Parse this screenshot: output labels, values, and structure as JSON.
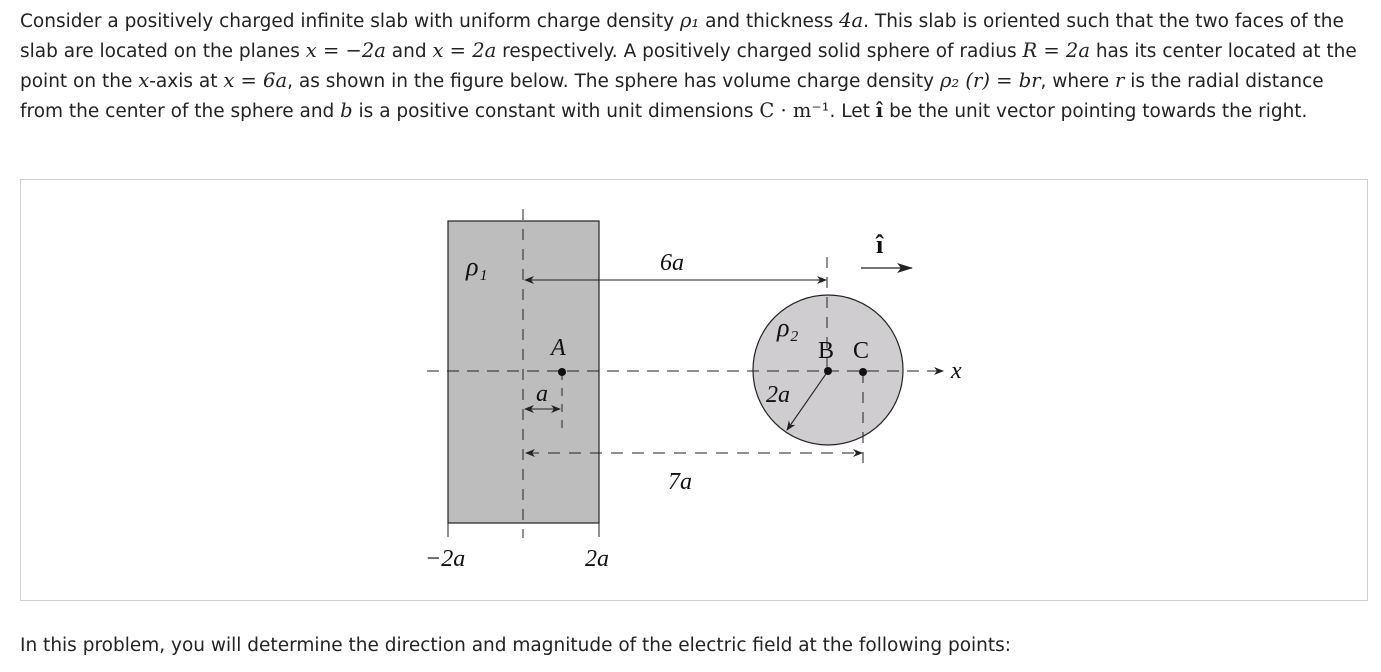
{
  "intro": {
    "s1": "Consider a positively charged infinite slab with uniform charge density ",
    "rho1": "ρ₁",
    "s2": " and thickness ",
    "thickness": "4a",
    "s3": ". This slab is oriented such that the two faces of the slab are located on the planes ",
    "face1": "x = −2a",
    "s4": " and ",
    "face2": "x = 2a",
    "s5": " respectively. A positively charged solid sphere of radius ",
    "radius": "R = 2a",
    "s6": " has its center located at the point on the ",
    "xaxis_sym": "x",
    "s7": "-axis at ",
    "center": "x = 6a",
    "s8": ", as shown in the figure below. The sphere has volume charge density ",
    "rho2": "ρ₂ (r) = br",
    "s9": ", where ",
    "r_sym": "r",
    "s10": " is the radial distance from the center of the sphere and ",
    "b_sym": "b",
    "s11": " is a positive constant with unit dimensions ",
    "units": "C · m⁻¹",
    "s12": ". Let ",
    "ihat": "î",
    "s13": " be the unit vector pointing towards the right."
  },
  "figure": {
    "rho1_label": "ρ₁",
    "rho2_label": "ρ₂",
    "point_a": "A",
    "point_b": "B",
    "point_c": "C",
    "dist_6a": "6a",
    "dist_7a": "7a",
    "dist_a": "a",
    "radius_label": "2a",
    "tick_neg2a": "−2a",
    "tick_2a": "2a",
    "axis_x": "x",
    "unit_vector": "î",
    "colors": {
      "slab_fill": "#bdbdbd",
      "sphere_fill": "#cfcdd0",
      "line": "#222222"
    }
  },
  "outro": {
    "text": "In this problem, you will determine the direction and magnitude of the electric field at the following points:"
  }
}
